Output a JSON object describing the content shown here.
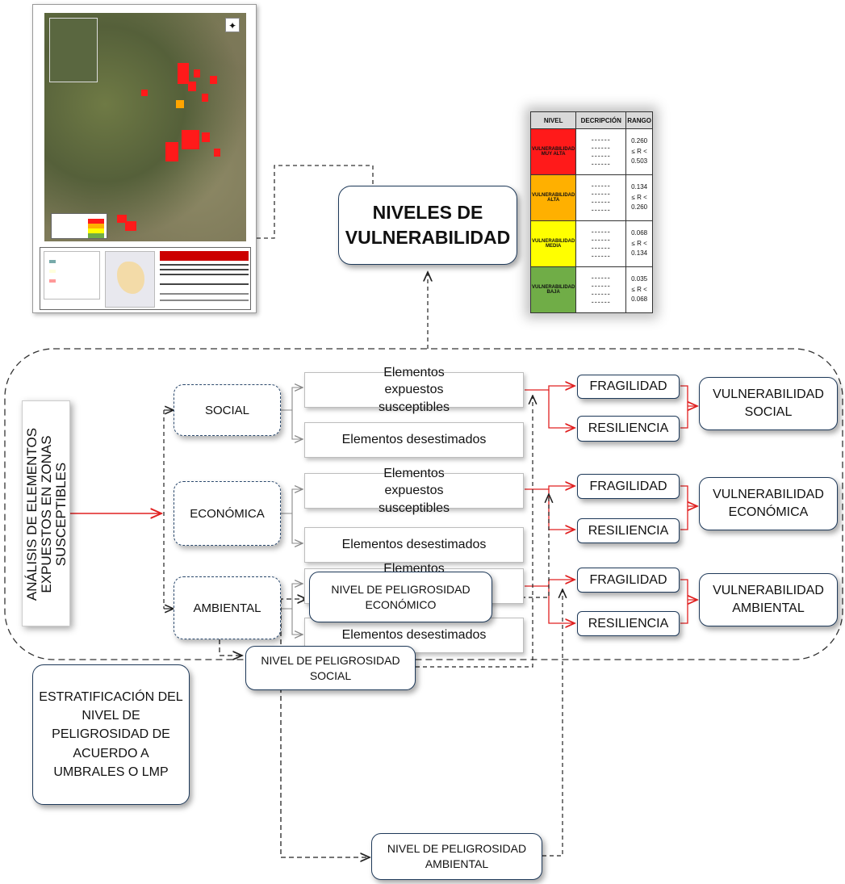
{
  "title": {
    "line1": "NIVELES DE",
    "line2": "VULNERABILIDAD"
  },
  "analysis_label": {
    "line1": "ANÁLISIS DE ELEMENTOS",
    "line2": "EXPUESTOS EN ZONAS",
    "line3": "SUSCEPTIBLES"
  },
  "dimensions": [
    {
      "label": "SOCIAL",
      "exposed": "Elementos expuestos susceptibles",
      "dismissed": "Elementos desestimados",
      "fragility": "FRAGILIDAD",
      "resilience": "RESILIENCIA",
      "result_line1": "VULNERABILIDAD",
      "result_line2": "SOCIAL"
    },
    {
      "label": "ECONÓMICA",
      "exposed": "Elementos expuestos susceptibles",
      "dismissed": "Elementos desestimados",
      "fragility": "FRAGILIDAD",
      "resilience": "RESILIENCIA",
      "result_line1": "VULNERABILIDAD",
      "result_line2": "ECONÓMICA"
    },
    {
      "label": "AMBIENTAL",
      "exposed": "Elementos expuestos susceptibles",
      "dismissed": "Elementos desestimados",
      "fragility": "FRAGILIDAD",
      "resilience": "RESILIENCIA",
      "result_line1": "VULNERABILIDAD",
      "result_line2": "AMBIENTAL"
    }
  ],
  "stratification": {
    "line1": "ESTRATIFICACIÓN DEL",
    "line2": "NIVEL DE",
    "line3": "PELIGROSIDAD DE",
    "line4": "ACUERDO A",
    "line5": "UMBRALES O LMP"
  },
  "hazard_levels": [
    {
      "line1": "NIVEL DE PELIGROSIDAD",
      "line2": "SOCIAL"
    },
    {
      "line1": "NIVEL DE PELIGROSIDAD",
      "line2": "ECONÓMICO"
    },
    {
      "line1": "NIVEL DE PELIGROSIDAD",
      "line2": "AMBIENTAL"
    }
  ],
  "vulnerability_table": {
    "headers": [
      "NIVEL",
      "DECRIPCIÓN",
      "RANGO"
    ],
    "rows": [
      {
        "level": "VULNERABILIDAD MUY ALTA",
        "color": "#ff1a1a",
        "range": [
          "0.260",
          "≤ R <",
          "0.503"
        ]
      },
      {
        "level": "VULNERABILIDAD ALTA",
        "color": "#ffb000",
        "range": [
          "0.134",
          "≤ R <",
          "0.260"
        ]
      },
      {
        "level": "VULNERABILIDAD MEDIA",
        "color": "#ffff00",
        "range": [
          "0.068",
          "≤ R <",
          "0.134"
        ]
      },
      {
        "level": "VULNERABILIDAD BAJA",
        "color": "#70ad47",
        "range": [
          "0.035",
          "≤ R <",
          "0.068"
        ]
      }
    ]
  },
  "colors": {
    "red_connector": "#e02020",
    "dark_connector": "#222222",
    "box_border": "#1f3a5a"
  }
}
